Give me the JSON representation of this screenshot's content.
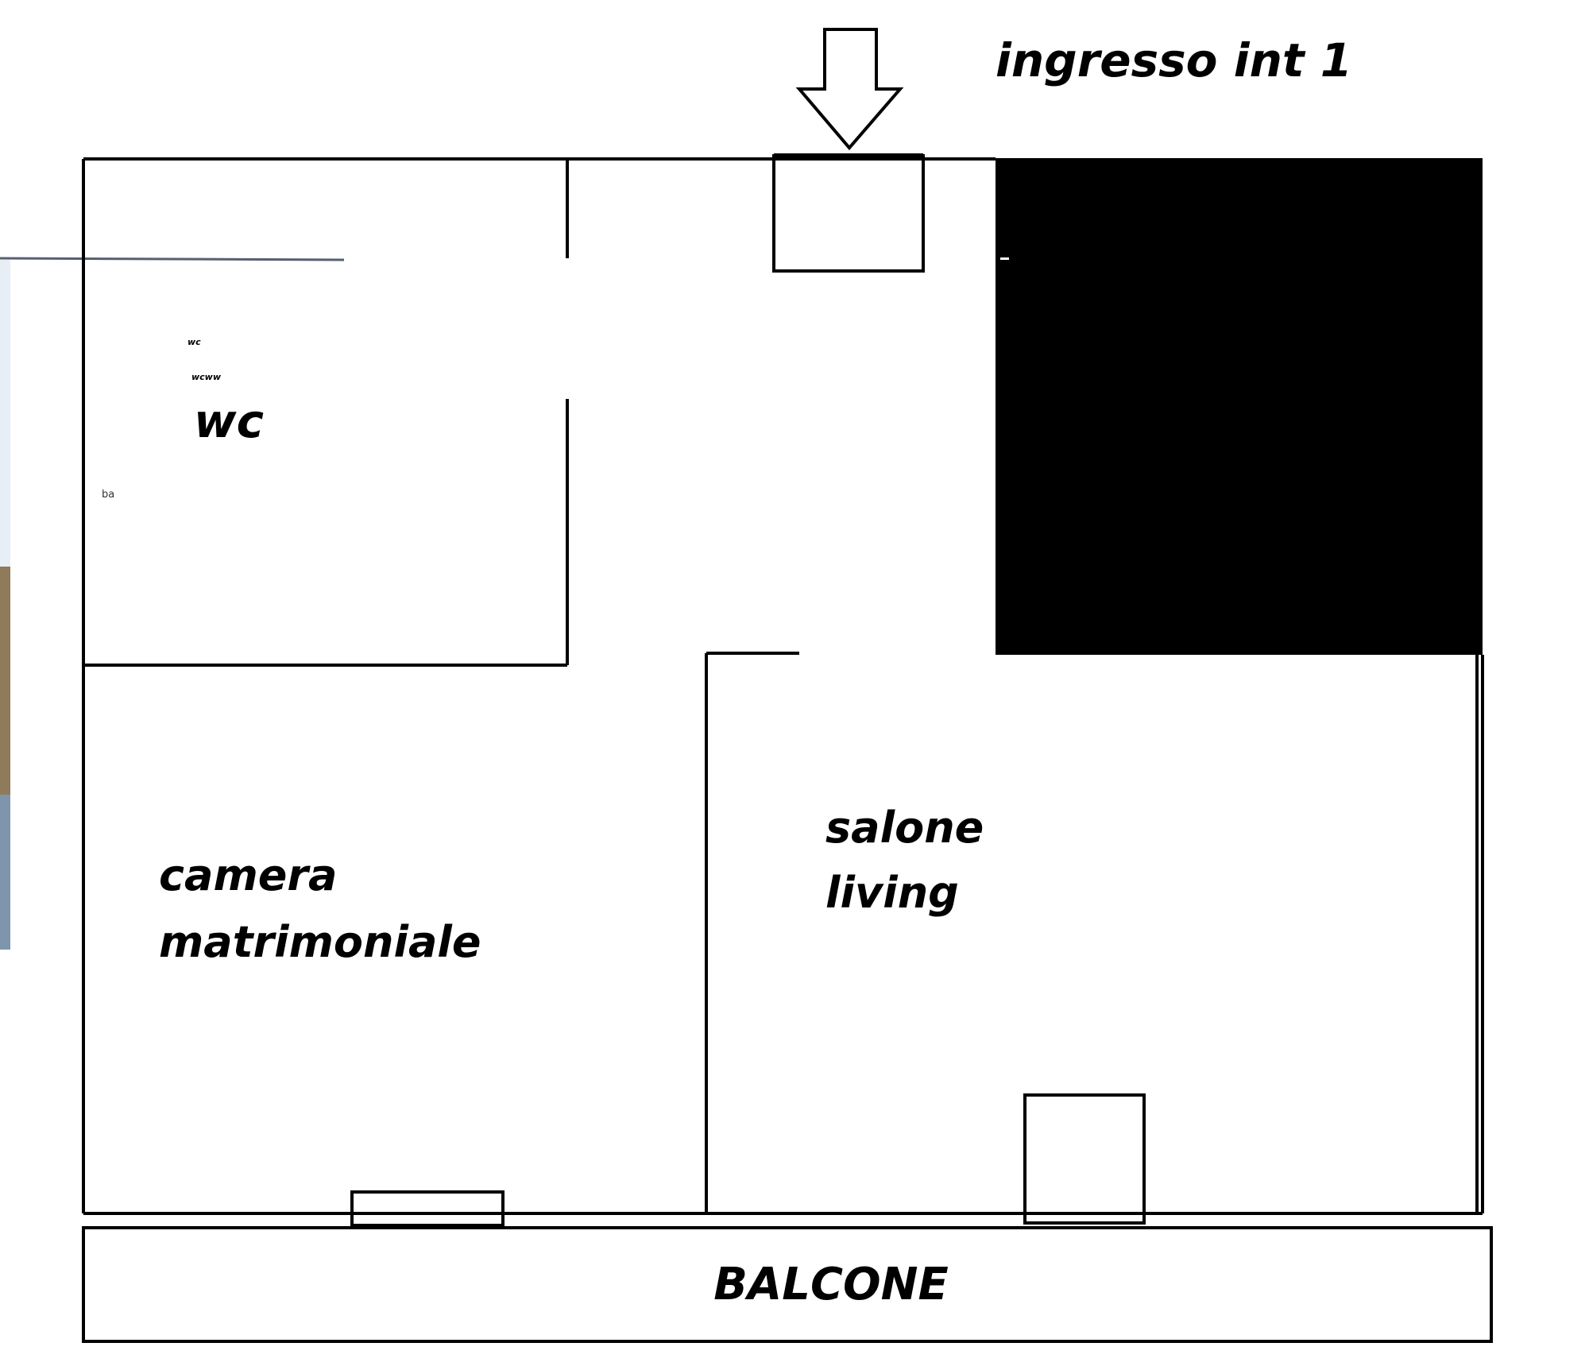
{
  "floorplan": {
    "entrance_label": "ingresso int 1",
    "rooms": {
      "wc_small_1": "wc",
      "wc_small_2": "wcww",
      "wc": "wc",
      "ba": "ba",
      "bedroom_line1": "camera",
      "bedroom_line2": "matrimoniale",
      "living_line1": "salone",
      "living_line2": "living",
      "balcony": "BALCONE"
    },
    "colors": {
      "wall": "#000000",
      "background": "#ffffff",
      "blocked_area": "#000000"
    }
  }
}
